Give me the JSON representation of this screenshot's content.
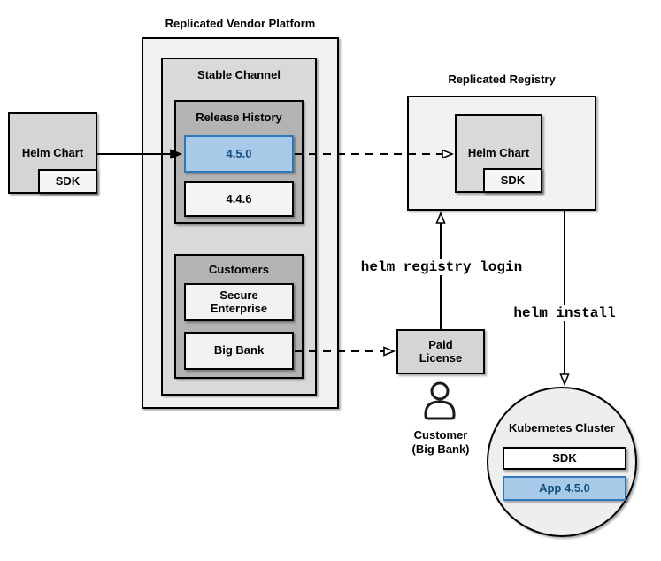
{
  "platform": {
    "title": "Replicated Vendor Platform",
    "stable_channel": {
      "title": "Stable Channel",
      "release_history": {
        "title": "Release History",
        "releases": [
          {
            "version": "4.5.0",
            "highlighted": true
          },
          {
            "version": "4.4.6",
            "highlighted": false
          }
        ]
      },
      "customers": {
        "title": "Customers",
        "items": [
          "Secure Enterprise",
          "Big Bank"
        ]
      }
    }
  },
  "source_helm_chart": {
    "label": "Helm Chart",
    "sdk_label": "SDK"
  },
  "registry": {
    "title": "Replicated Registry",
    "helm_chart_label": "Helm Chart",
    "sdk_label": "SDK"
  },
  "paid_license": {
    "label": "Paid License"
  },
  "customer": {
    "name": "Customer",
    "detail": "(Big Bank)"
  },
  "cluster": {
    "title": "Kubernetes Cluster",
    "sdk_label": "SDK",
    "app_label": "App 4.5.0"
  },
  "commands": {
    "registry_login": "helm registry login",
    "install": "helm install"
  },
  "colors": {
    "highlight_fill": "#a8c9e8",
    "highlight_border": "#2e77b8",
    "highlight_text": "#10507f",
    "box_light": "#f5f5f5",
    "box_gray": "#d5d5d5",
    "box_dark_gray": "#b3b3b3",
    "container_light": "#f2f2f2",
    "line": "#000000"
  }
}
